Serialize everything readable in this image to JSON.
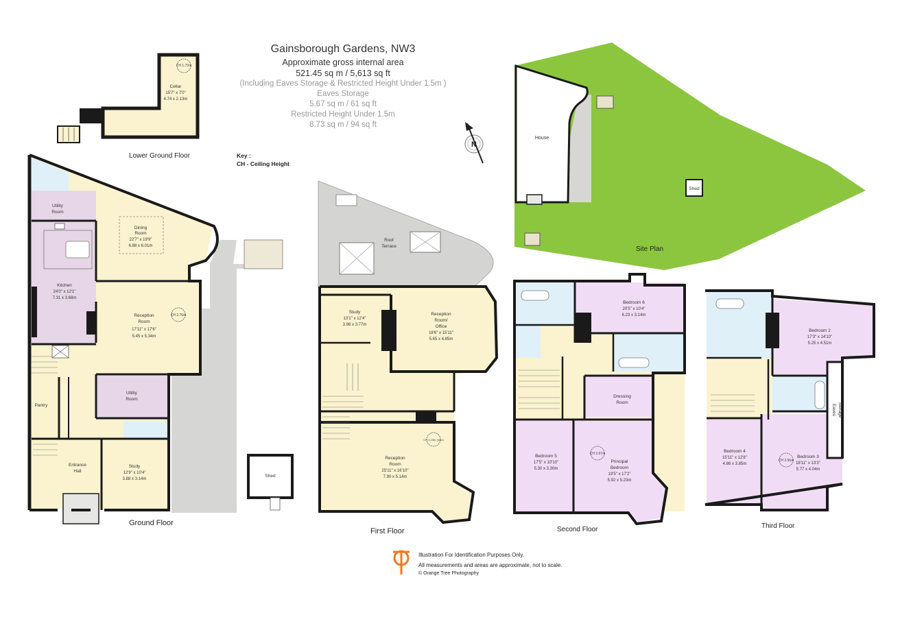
{
  "header": {
    "title": "Gainsborough Gardens, NW3",
    "subtitle": "Approximate gross internal area",
    "total_area": "521.45 sq m / 5,613 sq ft",
    "including_note": "(Including Eaves Storage & Restricted Height Under 1.5m )",
    "eaves_label": "Eaves Storage",
    "eaves_area": "5.67 sq m / 61 sq ft",
    "restricted_label": "Restricted Height Under 1.5m",
    "restricted_area": "8.73 sq m / 94 sq ft"
  },
  "key": {
    "title": "Key :",
    "ch": "CH - Ceiling Height"
  },
  "colors": {
    "wall": "#1a1a1a",
    "reception": "#fbf3cf",
    "kitchen_utility": "#e7d6e7",
    "bedroom": "#f1dcf5",
    "bathroom": "#dff0f9",
    "terrace": "#d4d4d2",
    "garden": "#8cc63f",
    "path": "#d6d6d4",
    "logo": "#f47920"
  },
  "floors": {
    "lower_ground": {
      "title": "Lower Ground Floor",
      "rooms": [
        {
          "name": "Cellar",
          "imperial": "15'7\" x 7'0\"",
          "metric": "4.74 x 2.13m",
          "ch": "CH 1.70m"
        }
      ]
    },
    "ground": {
      "title": "Ground Floor",
      "rooms": [
        {
          "name": "Utility",
          "name2": "Room"
        },
        {
          "name": "Dining",
          "name2": "Room",
          "imperial": "22'7\" x 19'9\"",
          "metric": "6.88 x 6.01m"
        },
        {
          "name": "Kitchen",
          "imperial": "24'0\" x 12'1\"",
          "metric": "7.31 x 3.68m"
        },
        {
          "name": "Reception",
          "name2": "Room",
          "imperial": "17'11\" x 17'6\"",
          "metric": "5.45 x 5.34m",
          "ch": "CH 2.76m"
        },
        {
          "name": "Utility",
          "name2": "Room"
        },
        {
          "name": "Pantry"
        },
        {
          "name": "Entrance",
          "name2": "Hall"
        },
        {
          "name": "Study",
          "imperial": "12'9\" x 10'4\"",
          "metric": "3.88 x 3.14m"
        }
      ]
    },
    "first": {
      "title": "First Floor",
      "rooms": [
        {
          "name": "Roof",
          "name2": "Terrace"
        },
        {
          "name": "Study",
          "imperial": "13'1\" x 12'4\"",
          "metric": "3.98 x 3.77m"
        },
        {
          "name": "Reception",
          "name2": "Room/",
          "name3": "Office",
          "imperial": "18'6\" x 15'11\"",
          "metric": "5.65 x 4.85m"
        },
        {
          "name": "Reception",
          "name2": "Room",
          "imperial": "25'11\" x 16'10\"",
          "metric": "7.90 x 5.14m",
          "ch": "CH 3.23m (max)"
        }
      ]
    },
    "second": {
      "title": "Second Floor",
      "rooms": [
        {
          "name": "Bedroom 6",
          "imperial": "20'5\" x 10'4\"",
          "metric": "6.23 x 3.14m"
        },
        {
          "name": "Dressing",
          "name2": "Room"
        },
        {
          "name": "Bedroom 5",
          "imperial": "17'5\" x 10'10\"",
          "metric": "5.30 x 3.30m"
        },
        {
          "name": "Principal",
          "name2": "Bedroom",
          "imperial": "19'5\" x 17'2\"",
          "metric": "5.92 x 5.23m",
          "ch": "CH 2.67m"
        }
      ]
    },
    "third": {
      "title": "Third Floor",
      "rooms": [
        {
          "name": "Bedroom 2",
          "imperial": "17'3\" x 14'10\"",
          "metric": "5.25 x 4.51m"
        },
        {
          "name": "Eaves",
          "name2": "Storage"
        },
        {
          "name": "Bedroom 4",
          "imperial": "15'11\" x 12'8\"",
          "metric": "4.86 x 3.85m"
        },
        {
          "name": "Bedroom 3",
          "imperial": "18'11\" x 13'3\"",
          "metric": "5.77 x 4.04m",
          "ch": "CH 2.56m"
        }
      ]
    },
    "shed": {
      "label": "Shed"
    },
    "site": {
      "title": "Site Plan",
      "house": "House",
      "shed": "Shed"
    }
  },
  "compass": {
    "letter": "N"
  },
  "disclaimer": {
    "line1": "Illustration For Identification Purposes Only.",
    "line2": "All measurements and areas are approximate, not to scale.",
    "line3": "© Orange Tree Photography"
  }
}
